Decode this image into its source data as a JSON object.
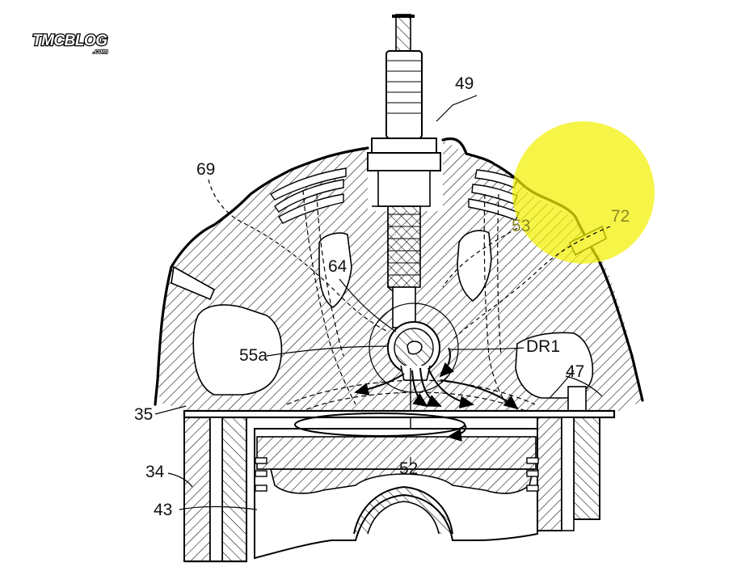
{
  "logo": {
    "main": "TMCBLOG",
    "sub": ".com"
  },
  "labels": {
    "l49": "49",
    "l69": "69",
    "l53": "53",
    "l72": "72",
    "l64": "64",
    "l55a": "55a",
    "lDR1": "DR1",
    "l47": "47",
    "l35": "35",
    "l52": "52",
    "l34": "34",
    "l43": "43"
  },
  "colors": {
    "highlight": "#f3f000",
    "line": "#000000",
    "background": "#ffffff"
  }
}
